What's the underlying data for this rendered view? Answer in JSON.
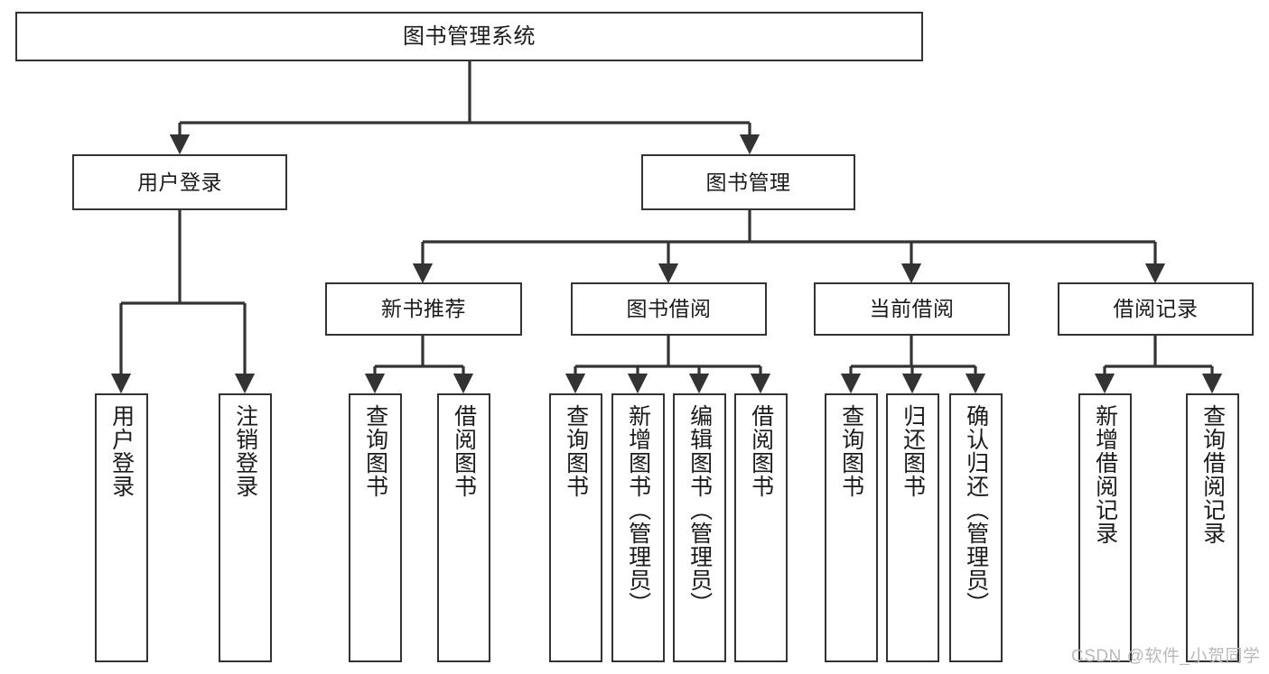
{
  "diagram": {
    "type": "tree-hierarchy-chart",
    "title": "图书管理系统",
    "stroke_color": "#333333",
    "background_color": "#ffffff",
    "watermark": "CSDN @软件_小贺同学",
    "nodes": {
      "root": {
        "label": "图书管理系统"
      },
      "level1": [
        {
          "label": "用户登录"
        },
        {
          "label": "图书管理"
        }
      ],
      "level2": [
        {
          "label": "新书推荐"
        },
        {
          "label": "图书借阅"
        },
        {
          "label": "当前借阅"
        },
        {
          "label": "借阅记录"
        }
      ],
      "leaves_user_login": [
        {
          "label": "用户登录"
        },
        {
          "label": "注销登录"
        }
      ],
      "leaves_new_book": [
        {
          "label": "查询图书"
        },
        {
          "label": "借阅图书"
        }
      ],
      "leaves_borrow": [
        {
          "label": "查询图书"
        },
        {
          "label": "新增图书（管理员）"
        },
        {
          "label": "编辑图书（管理员）"
        },
        {
          "label": "借阅图书"
        }
      ],
      "leaves_current": [
        {
          "label": "查询图书"
        },
        {
          "label": "归还图书"
        },
        {
          "label": "确认归还（管理员）"
        }
      ],
      "leaves_record": [
        {
          "label": "新增借阅记录"
        },
        {
          "label": "查询借阅记录"
        }
      ]
    }
  }
}
